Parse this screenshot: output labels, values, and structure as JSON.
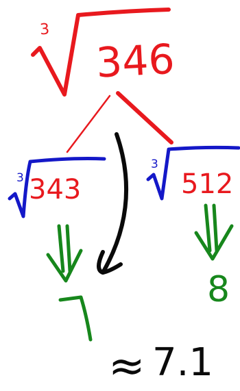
{
  "colors": {
    "background": "#ffffff",
    "red": "#e8191e",
    "blue": "#1418c8",
    "green": "#17871c",
    "black": "#0a0a0a"
  },
  "root": {
    "index": "3",
    "radicand": "346"
  },
  "lower_left": {
    "index": "3",
    "radicand": "343",
    "result": "7"
  },
  "lower_right": {
    "index": "3",
    "radicand": "512",
    "result": "8"
  },
  "estimate": {
    "symbol": "≈",
    "value": "7.1"
  }
}
